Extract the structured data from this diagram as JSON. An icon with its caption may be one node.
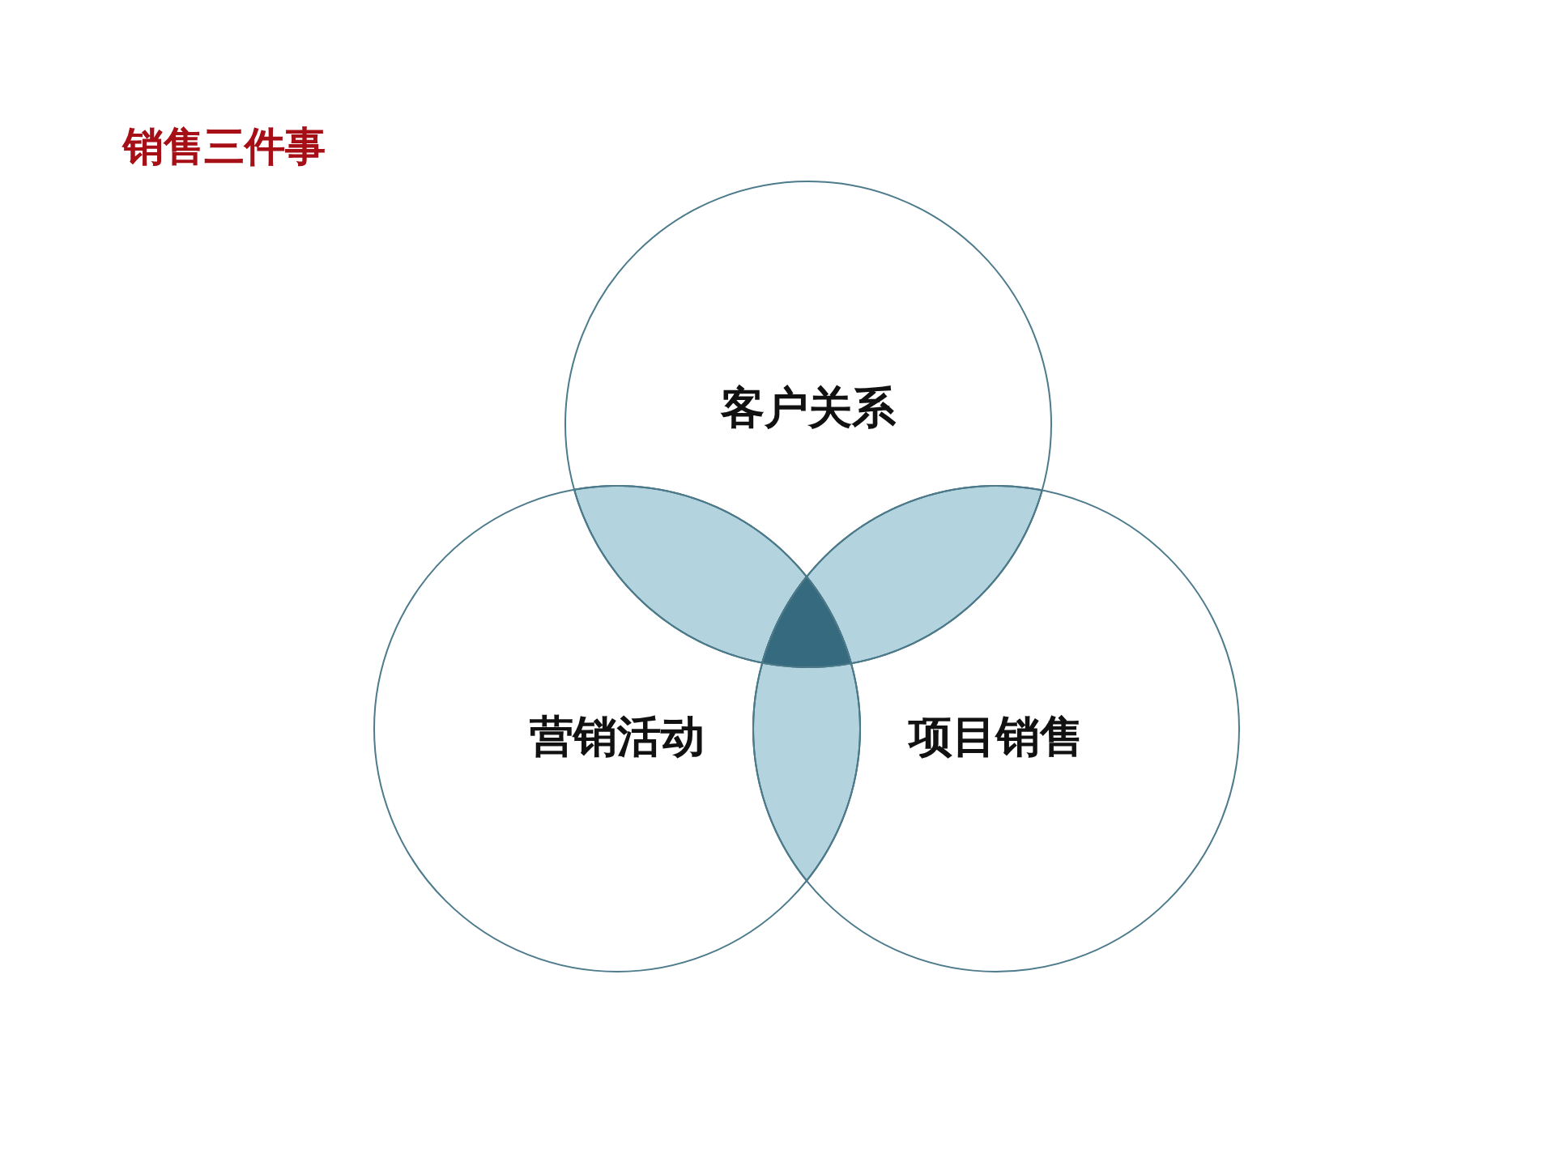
{
  "diagram": {
    "title": "销售三件事",
    "nodes": [
      {
        "text": [
          "客户关系"
        ]
      },
      {
        "text": [
          "营销活动"
        ]
      },
      {
        "text": [
          "项目销售"
        ]
      }
    ]
  }
}
